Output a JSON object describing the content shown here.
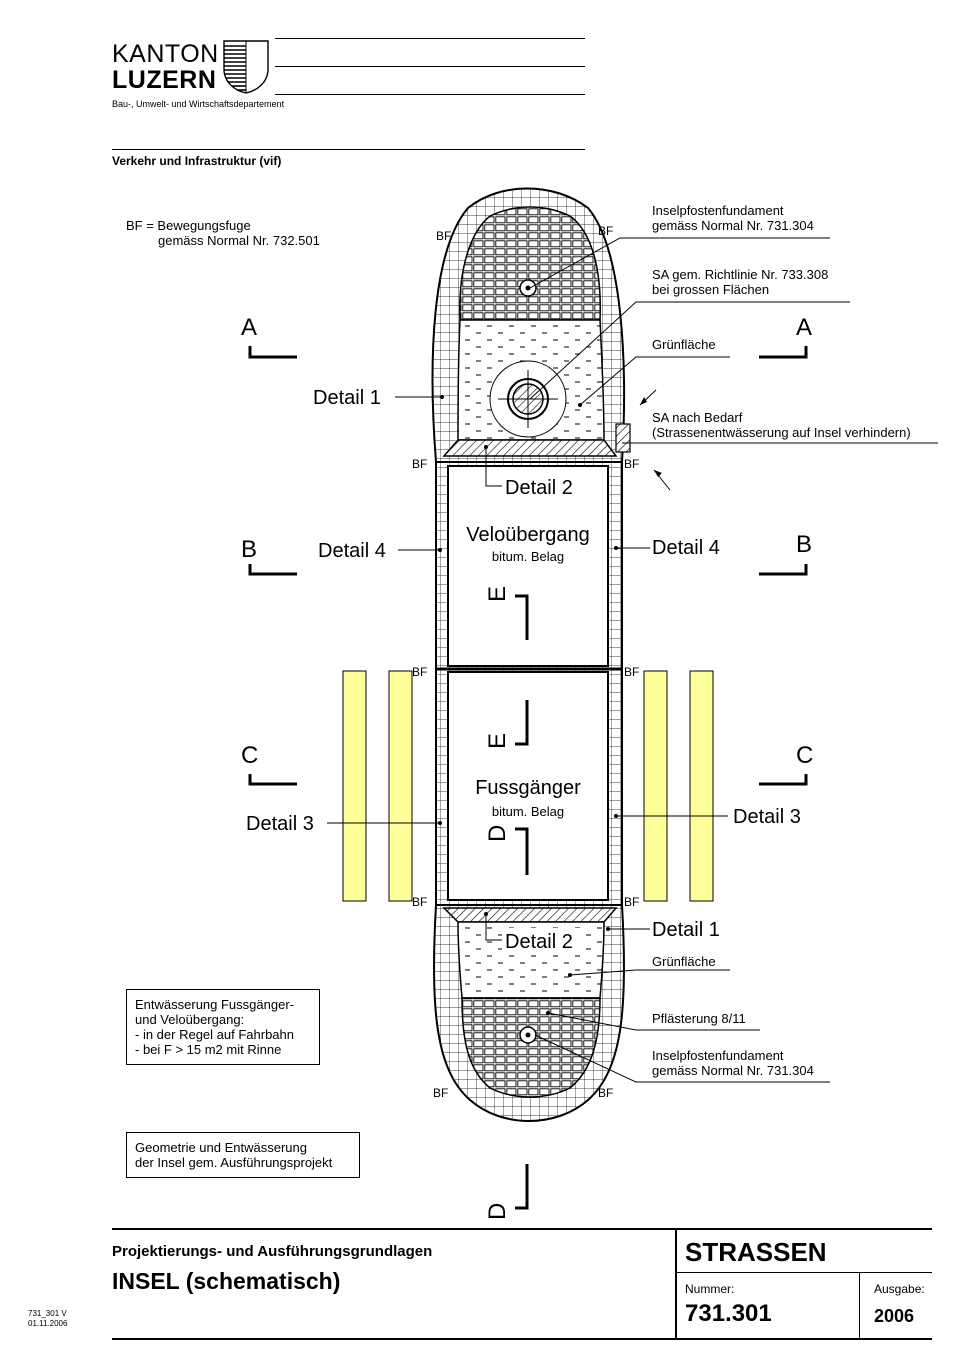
{
  "header": {
    "logo_line1": "KANTON",
    "logo_line2": "LUZERN",
    "department": "Bau-, Umwelt- und Wirtschaftsdepartement",
    "division": "Verkehr und Infrastruktur (vif)"
  },
  "legend_bf": {
    "line1": "BF = Bewegungsfuge",
    "line2": "gemäss Normal Nr. 732.501"
  },
  "callouts": {
    "post_foundation_top_1": "Inselpfostenfundament",
    "post_foundation_top_2": "gemäss Normal Nr. 731.304",
    "sa_rule_1": "SA gem. Richtlinie Nr. 733.308",
    "sa_rule_2": "bei grossen Flächen",
    "green_top": "Grünfläche",
    "sa_need_1": "SA nach Bedarf",
    "sa_need_2": "(Strassenentwässerung auf Insel verhindern)",
    "green_bottom": "Grünfläche",
    "paving": "Pflästerung 8/11",
    "post_foundation_bottom_1": "Inselpfostenfundament",
    "post_foundation_bottom_2": "gemäss Normal Nr. 731.304"
  },
  "details": {
    "detail1_top": "Detail 1",
    "detail2_top": "Detail 2",
    "detail4_left": "Detail 4",
    "detail4_right": "Detail 4",
    "detail3_left": "Detail 3",
    "detail3_right": "Detail 3",
    "detail1_bottom": "Detail 1",
    "detail2_bottom": "Detail 2"
  },
  "sections": {
    "a": "A",
    "b": "B",
    "c": "C",
    "d": "D",
    "e": "E"
  },
  "joint_label": "BF",
  "zones": {
    "bike_title": "Veloübergang",
    "bike_sub": "bitum. Belag",
    "ped_title": "Fussgänger",
    "ped_sub": "bitum. Belag"
  },
  "notes": {
    "drain_1": "Entwässerung Fussgänger-",
    "drain_2": "und Veloübergang:",
    "drain_3": "- in der Regel auf Fahrbahn",
    "drain_4": "- bei F > 15 m2 mit Rinne",
    "geo_1": "Geometrie und Entwässerung",
    "geo_2": "der Insel gem. Ausführungsprojekt"
  },
  "footer": {
    "subtitle": "Projektierungs- und Ausführungsgrundlagen",
    "title": "INSEL (schematisch)",
    "category": "STRASSEN",
    "number_label": "Nummer:",
    "number": "731.301",
    "edition_label": "Ausgabe:",
    "edition": "2006",
    "file_ref": "731_301 V",
    "file_date": "01.11.2006"
  },
  "colors": {
    "crosswalk_stripes": "#ffff99"
  }
}
